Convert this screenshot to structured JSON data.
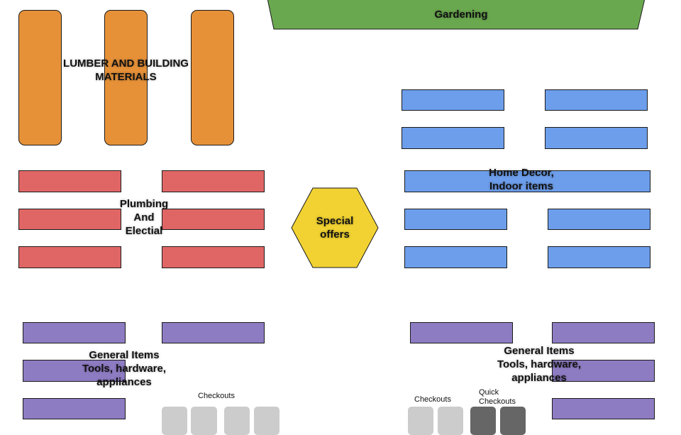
{
  "colors": {
    "lumber": "#e69138",
    "plumbing": "#e06666",
    "decor": "#6d9eeb",
    "general": "#8e7cc3",
    "special": "#f1d232",
    "garden": "#6aa84f",
    "checkout": "#cccccc",
    "quick_checkout": "#666666",
    "outline": "#1a1a1a"
  },
  "zones": {
    "gardening": "Gardening",
    "lumber": "LUMBER AND BUILDING\nMATERIALS",
    "plumbing": "Plumbing\nAnd\nElectial",
    "special": "Special\noffers",
    "home_decor": "Home Decor,\nIndoor items",
    "general_left": "General Items\nTools, hardware,\nappliances",
    "general_right": "General Items\nTools, hardware,\nappliances"
  },
  "checkouts": {
    "left": "Checkouts",
    "right": "Checkouts",
    "quick": "Quick\nCheckouts"
  }
}
